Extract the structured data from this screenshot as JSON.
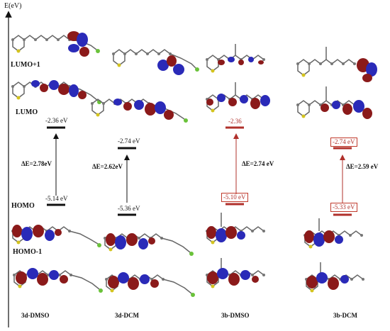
{
  "axis": {
    "label": "E(eV)"
  },
  "orbital_labels": {
    "lumo_plus_1": "LUMO+1",
    "lumo": "LUMO",
    "homo": "HOMO",
    "homo_minus_1": "HOMO-1"
  },
  "columns": [
    {
      "name": "3d-DMSO",
      "lumo": "-2.36 eV",
      "homo": "-5.14 eV",
      "gap": "ΔE=2.78eV"
    },
    {
      "name": "3d-DCM",
      "lumo": "-2.74 eV",
      "homo": "-5.36 eV",
      "gap": "ΔE=2.62eV"
    },
    {
      "name": "3b-DMSO",
      "lumo": "-2.36",
      "homo": "-5.10 eV",
      "gap": "ΔE=2.74 eV"
    },
    {
      "name": "3b-DCM",
      "lumo": "-2.74 eV",
      "homo": "-5.33 eV",
      "gap": "ΔE=2.59 eV"
    }
  ],
  "colors": {
    "black": "#111111",
    "red": "#b0302b",
    "lobe_red": "#8b1a1a",
    "lobe_blue": "#2a2ab8"
  }
}
